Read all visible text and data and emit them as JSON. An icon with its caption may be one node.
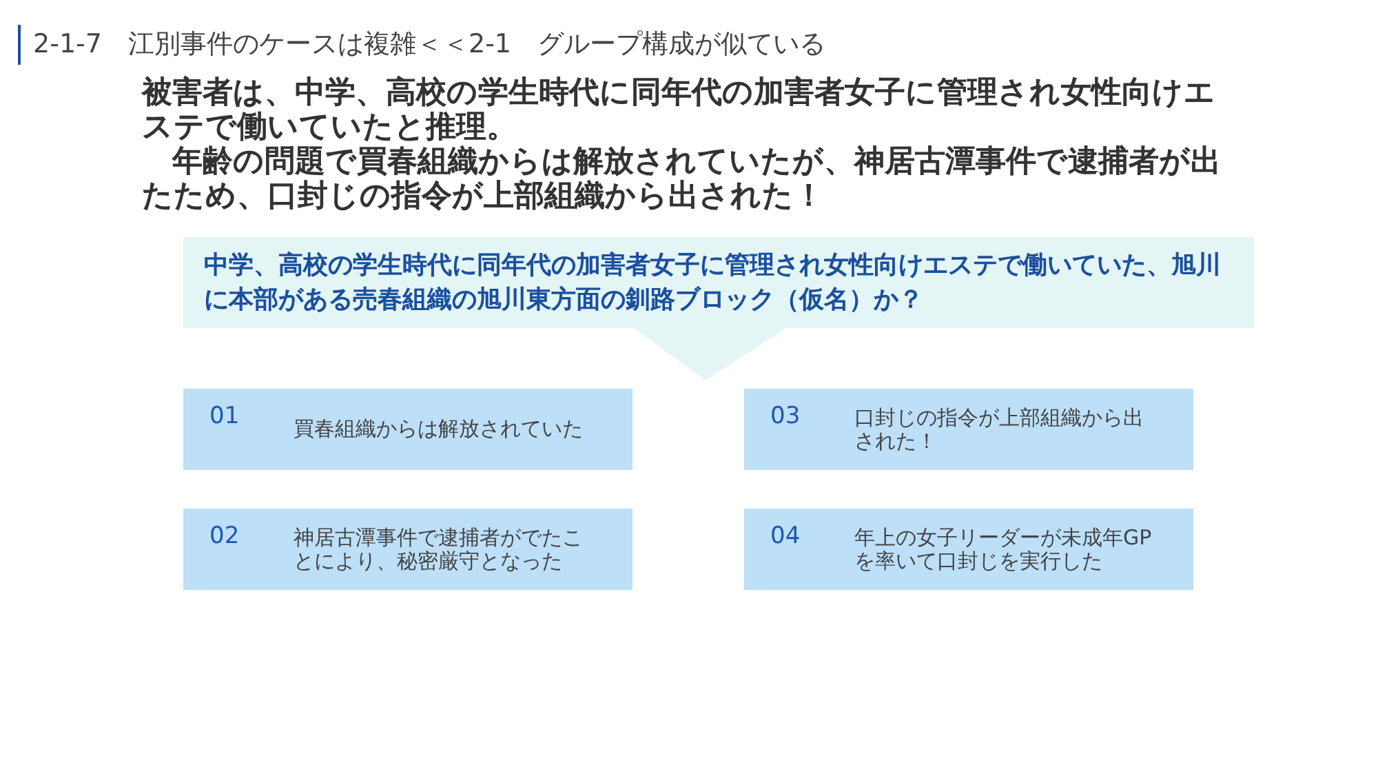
{
  "diagram": {
    "title": "2-1-7　江別事件のケースは複雑＜＜2-1　グループ構成が似ている",
    "nodes": [
      {
        "text": [
          "中学、高校の学生時代に同年代の加害者女子に管理され女性向けエステで働いていた、旭川に本部がある売春組織の旭川東方面の釧路ブロック（仮名）か？"
        ]
      },
      {
        "text": [
          "01",
          "買春組織からは解放されていた"
        ]
      },
      {
        "text": [
          "02",
          "神居古潭事件で逮捕者がでたことにより、秘密厳守となった"
        ]
      },
      {
        "text": [
          "03",
          "口封じの指令が上部組織から出された！"
        ]
      },
      {
        "text": [
          "04",
          "年上の女子リーダーが未成年GPを率いて口封じを実行した"
        ]
      }
    ],
    "labels": [
      "被害者は、中学、高校の学生時代に同年代の加害者女子に管理され女性向けエステで働いていたと推理。",
      "年齢の問題で買春組織からは解放されていたが、神居古潭事件で逮捕者が出たため、口封じの指令が上部組織から出された！"
    ]
  }
}
